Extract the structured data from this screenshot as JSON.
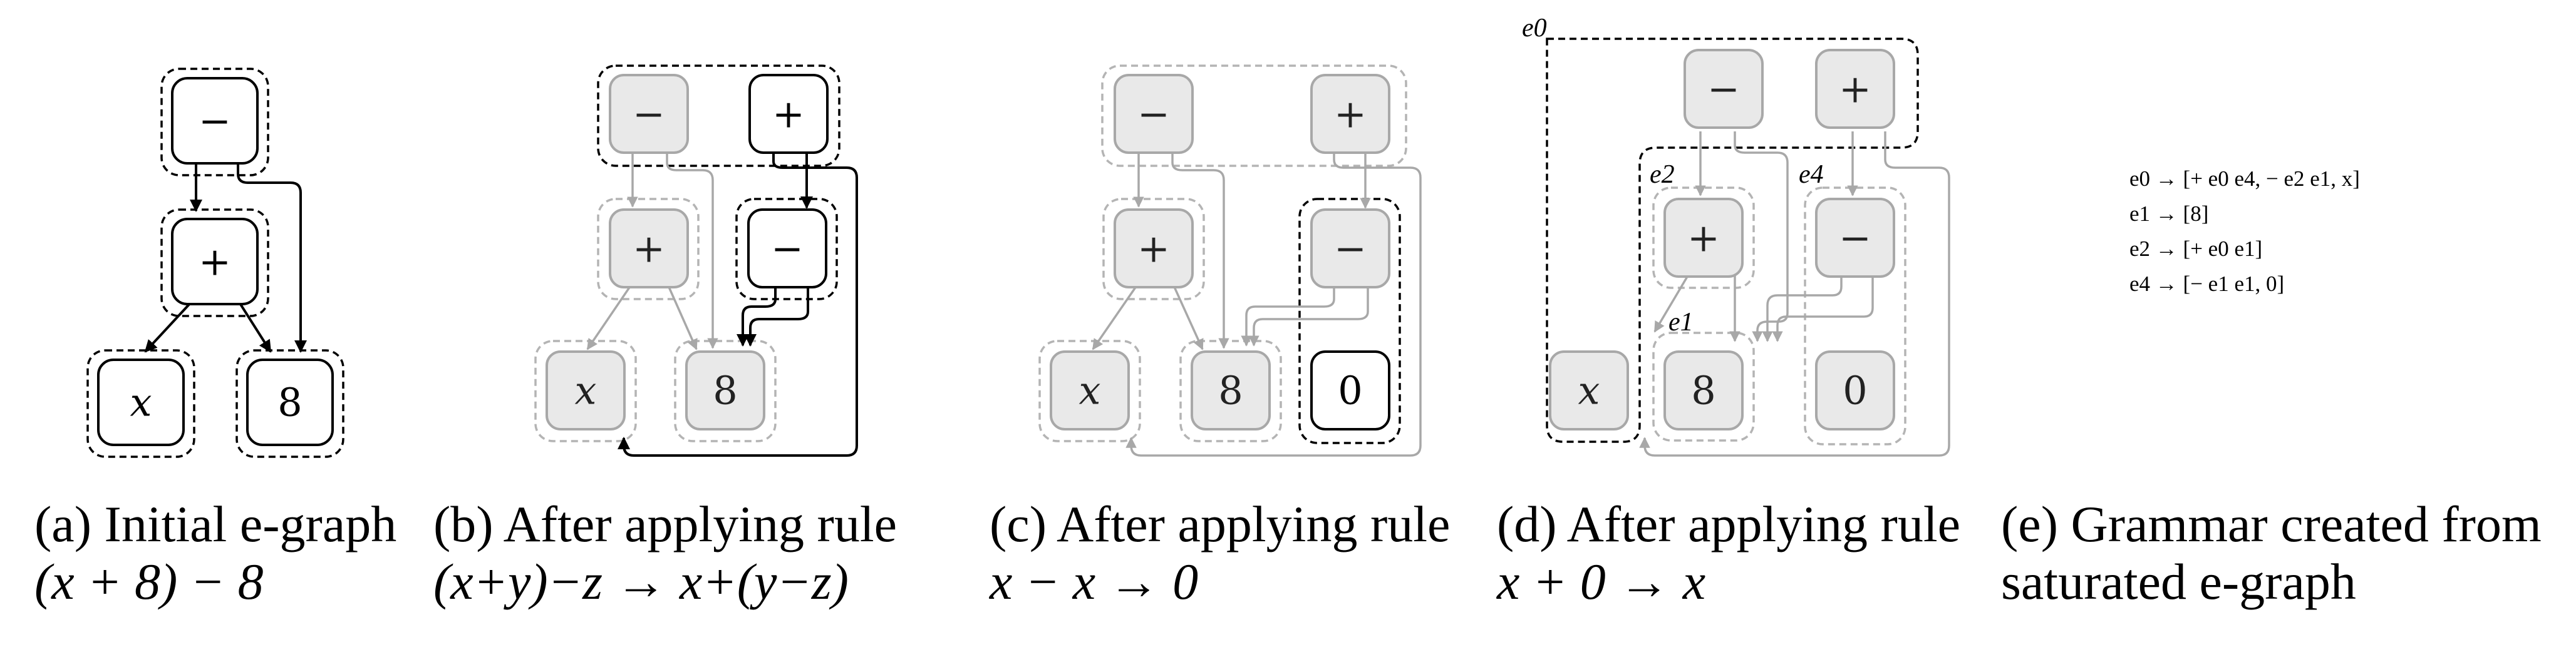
{
  "panels": [
    {
      "caption_line1": "(a) Initial e-graph",
      "caption_line2": "(x + 8) − 8"
    },
    {
      "caption_line1": "(b) After applying rule",
      "caption_line2": "(x+y)−z → x+(y−z)"
    },
    {
      "caption_line1": "(c) After applying rule",
      "caption_line2": "x − x → 0"
    },
    {
      "caption_line1": "(d) After applying rule",
      "caption_line2": "x + 0 → x"
    },
    {
      "caption_line1": "(e) Grammar created from",
      "caption_line2": "saturated e-graph"
    }
  ],
  "nodes": {
    "minus": "−",
    "plus": "+",
    "x": "x",
    "eight": "8",
    "zero": "0"
  },
  "class_labels": {
    "e0": "e0",
    "e1": "e1",
    "e2": "e2",
    "e4": "e4"
  },
  "grammar": [
    "e0 → [+ e0 e4, − e2 e1, x]",
    "e1 → [8]",
    "e2 → [+ e0 e1]",
    "e4 → [− e1 e1, 0]"
  ]
}
